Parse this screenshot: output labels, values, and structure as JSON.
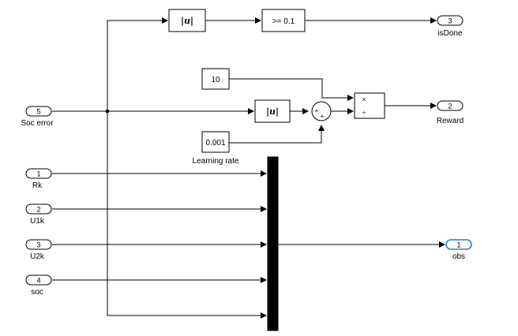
{
  "inports": [
    {
      "num": "5",
      "name": "Soc error"
    },
    {
      "num": "1",
      "name": "Rk"
    },
    {
      "num": "2",
      "name": "U1k"
    },
    {
      "num": "3",
      "name": "U2k"
    },
    {
      "num": "4",
      "name": "soc"
    }
  ],
  "outports": [
    {
      "num": "3",
      "name": "isDone"
    },
    {
      "num": "2",
      "name": "Reward"
    },
    {
      "num": "1",
      "name": "obs"
    }
  ],
  "blocks": {
    "abs_top": "|u|",
    "compare": ">= 0.1",
    "const_10": "10",
    "abs_mid": "|u|",
    "const_lr": "0.001",
    "const_lr_name": "Learning rate",
    "sum_signs": [
      "+",
      "+"
    ],
    "product_signs": [
      "×",
      "÷"
    ]
  },
  "colors": {
    "selected_port": "#2a7fd4",
    "line": "#000000"
  }
}
